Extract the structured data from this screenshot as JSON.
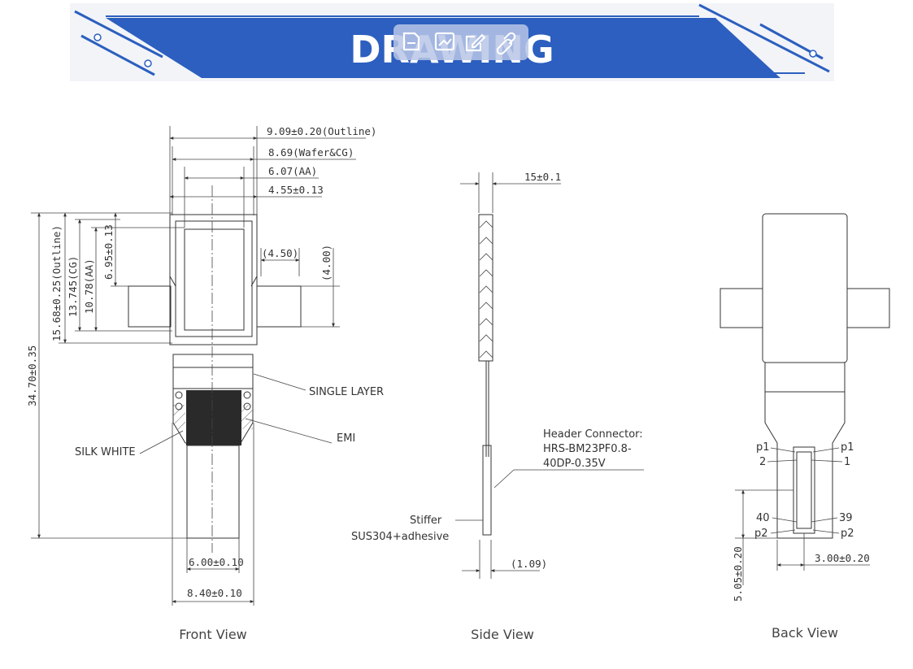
{
  "banner": {
    "title": "DRAWING",
    "accent_color": "#2c5fbf",
    "toolbar": {
      "icons": [
        "document-icon",
        "image-edit-icon",
        "edit-icon",
        "link-icon"
      ]
    }
  },
  "front_view": {
    "caption": "Front View",
    "dims": {
      "outline_w": "9.09±0.20(Outline)",
      "wafer_w": "8.69(Wafer&CG)",
      "aa_w": "6.07(AA)",
      "w_455": "4.55±0.13",
      "tab_w": "(4.50)",
      "tab_h": "(4.00)",
      "h_695": "6.95±0.13",
      "h_aa": "10.78(AA)",
      "h_cg": "13.745(CG)",
      "h_outline": "15.68±0.25(Outline)",
      "h_total": "34.70±0.35",
      "fpc_w": "6.00±0.10",
      "fpc_w2": "8.40±0.10"
    },
    "callouts": {
      "single_layer": "SINGLE LAYER",
      "emi": "EMI",
      "silk_white": "SILK WHITE"
    }
  },
  "side_view": {
    "caption": "Side View",
    "dims": {
      "thickness": "15±0.1",
      "stiffener_t": "(1.09)"
    },
    "connector_lines": [
      "Header Connector:",
      "HRS-BM23PF0.8-",
      "40DP-0.35V"
    ],
    "stiffer_lines": [
      "Stiffer",
      "SUS304+adhesive"
    ]
  },
  "back_view": {
    "caption": "Back View",
    "pins": {
      "p1_left": "p1",
      "p1_right": "p1",
      "pin2": "2",
      "pin1": "1",
      "pin40": "40",
      "pin39": "39",
      "p2_left": "p2",
      "p2_right": "p2"
    },
    "dims": {
      "conn_h": "5.05±0.20",
      "conn_x": "3.00±0.20"
    }
  }
}
